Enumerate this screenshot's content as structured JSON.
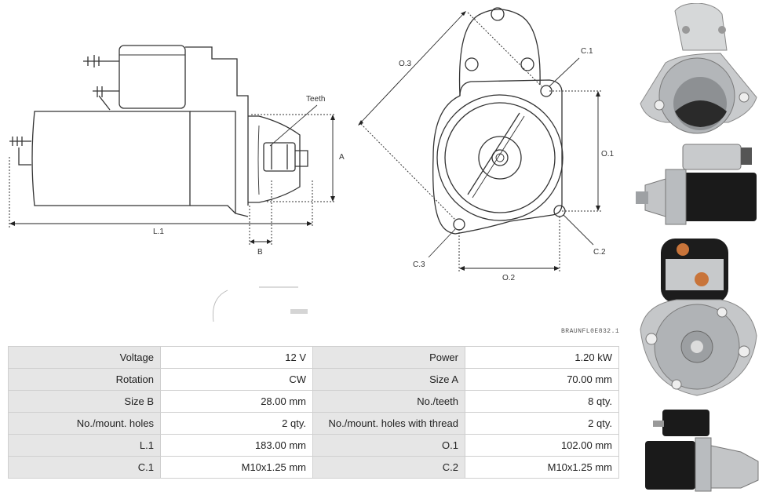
{
  "diagram": {
    "labels": {
      "teeth": "Teeth",
      "a": "A",
      "b": "B",
      "l1": "L.1",
      "o1": "O.1",
      "o2": "O.2",
      "o3": "O.3",
      "c1": "C.1",
      "c2": "C.2",
      "c3": "C.3"
    },
    "watermark": "BRAUNFL0E832.1"
  },
  "specs": {
    "rows": [
      [
        {
          "k": "Voltage",
          "v": "12 V"
        },
        {
          "k": "Power",
          "v": "1.20 kW"
        }
      ],
      [
        {
          "k": "Rotation",
          "v": "CW"
        },
        {
          "k": "Size A",
          "v": "70.00 mm"
        }
      ],
      [
        {
          "k": "Size B",
          "v": "28.00 mm"
        },
        {
          "k": "No./teeth",
          "v": "8 qty."
        }
      ],
      [
        {
          "k": "No./mount. holes",
          "v": "2 qty."
        },
        {
          "k": "No./mount. holes with thread",
          "v": "2 qty."
        }
      ],
      [
        {
          "k": "L.1",
          "v": "183.00 mm"
        },
        {
          "k": "O.1",
          "v": "102.00 mm"
        }
      ],
      [
        {
          "k": "C.1",
          "v": "M10x1.25 mm"
        },
        {
          "k": "C.2",
          "v": "M10x1.25 mm"
        }
      ]
    ]
  },
  "colors": {
    "header_cell": "#e6e6e6",
    "border": "#cfcfcf",
    "motor_black": "#1a1a1a",
    "metal": "#b9bcbf"
  }
}
